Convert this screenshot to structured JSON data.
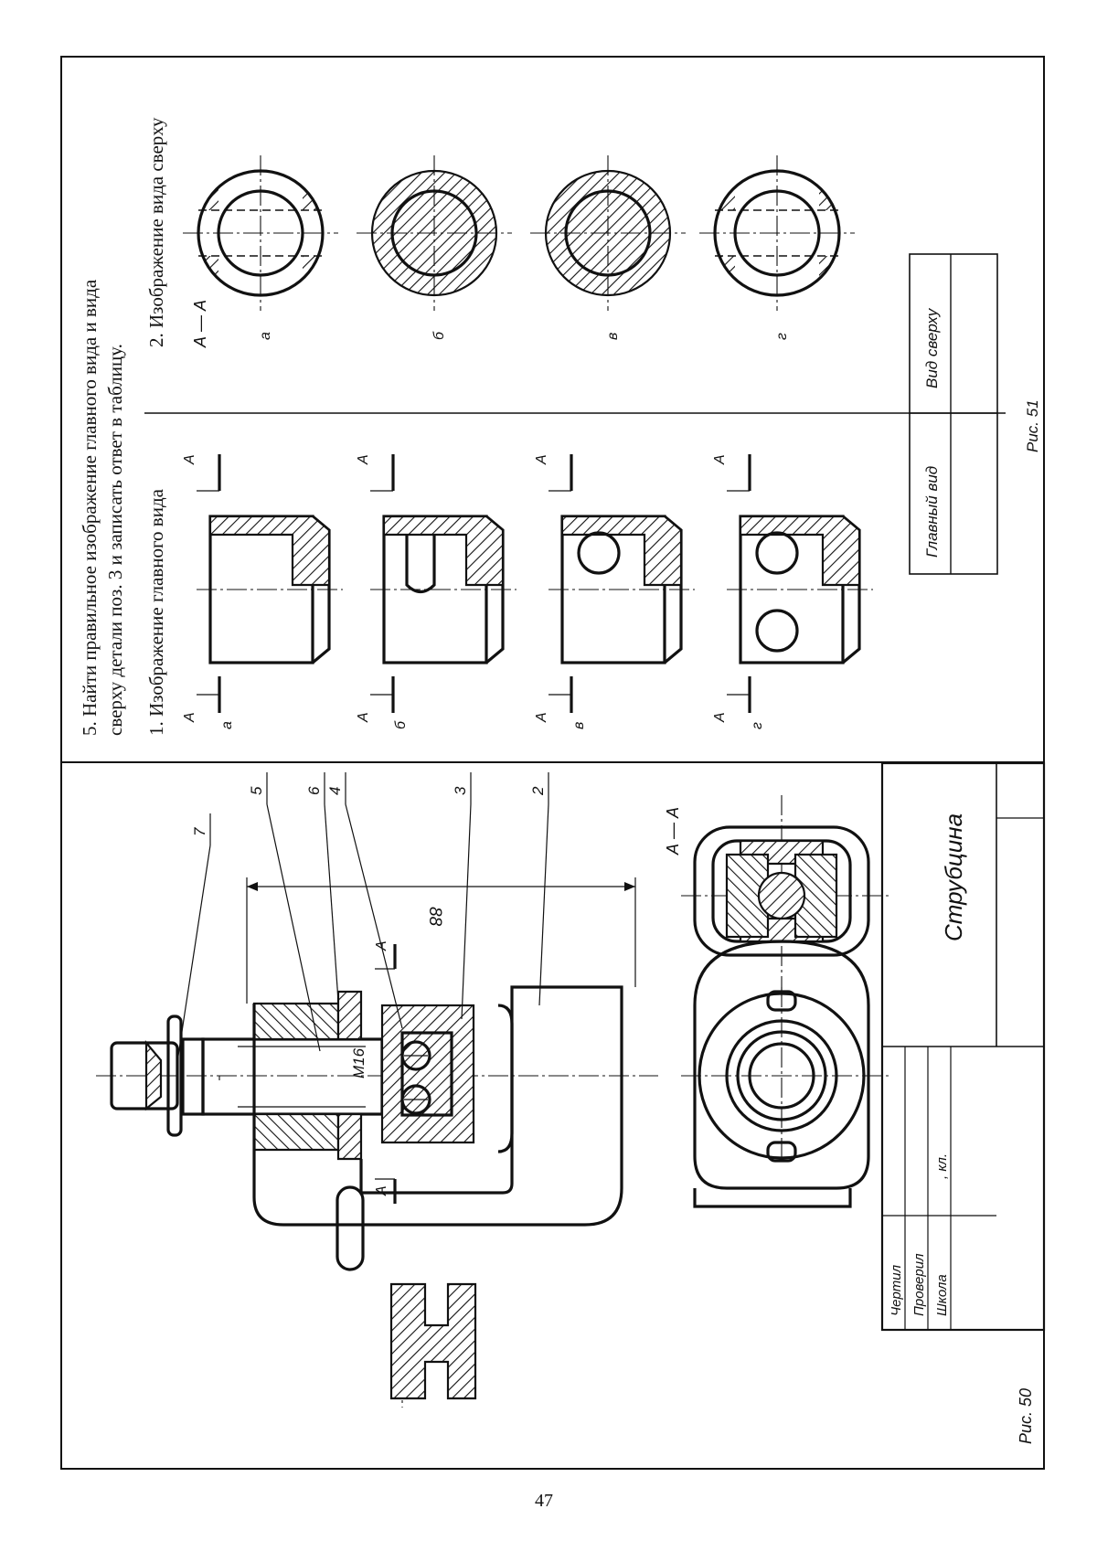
{
  "page_number": "47",
  "fig50": {
    "caption": "Рис. 50",
    "title": "Струбцина",
    "dimension": "88",
    "thread": "M16",
    "section_label": "А — А",
    "section_mark": "А",
    "leaders": [
      "7",
      "5",
      "6",
      "4",
      "3",
      "2"
    ],
    "title_block": {
      "drawn": "Чертил",
      "checked": "Проверил",
      "school": "Школа",
      "class": ", кл."
    }
  },
  "fig51": {
    "caption": "Рис. 51",
    "task": "5. Найти правильное изображение главного вида и вида сверху детали поз. 3 и записать ответ в таблицу.",
    "col1_heading": "1. Изображение главного вида",
    "col2_heading": "2. Изображение вида сверху",
    "section_label": "А — А",
    "section_mark": "А",
    "variants": [
      "а",
      "б",
      "в",
      "г"
    ],
    "answer_table": {
      "main_view": "Главный вид",
      "top_view": "Вид сверху"
    }
  }
}
